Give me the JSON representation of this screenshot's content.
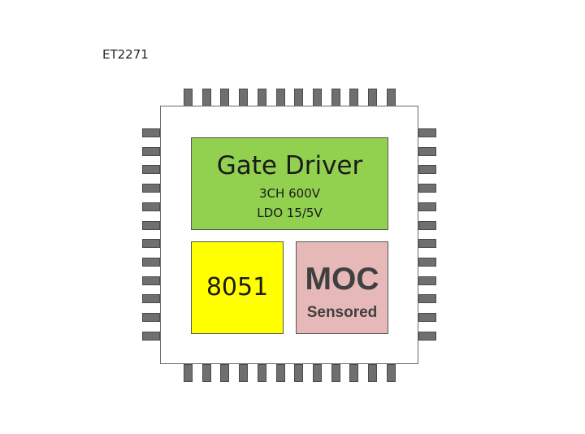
{
  "package": {
    "part_number": "ET2271",
    "pins_per_side": 12,
    "pin_color": "#6f6f6f",
    "body_color": "#ffffff"
  },
  "blocks": {
    "gate_driver": {
      "title": "Gate Driver",
      "line1": "3CH 600V",
      "line2": "LDO 15/5V",
      "color": "#92d050"
    },
    "mcu": {
      "label": "8051",
      "color": "#ffff00"
    },
    "moc": {
      "label": "MOC",
      "sublabel": "Sensored",
      "color": "#e6b9b8"
    }
  }
}
